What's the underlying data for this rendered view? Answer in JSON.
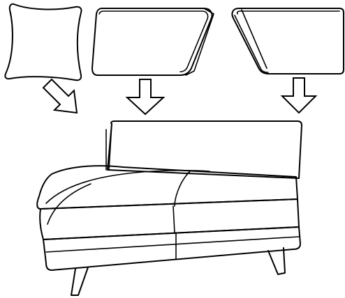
{
  "illustration": {
    "parts": [
      {
        "id": "pillow",
        "icon": "pillow-cushion-icon"
      },
      {
        "id": "seat-cushion-left",
        "icon": "wedge-cushion-icon"
      },
      {
        "id": "seat-cushion-right",
        "icon": "trapezoid-cushion-icon"
      }
    ],
    "arrows": [
      {
        "id": "arrow-pillow",
        "direction": "down-right"
      },
      {
        "id": "arrow-left-cushion",
        "direction": "down"
      },
      {
        "id": "arrow-right-cushion",
        "direction": "down"
      }
    ],
    "assembly": {
      "icon": "sofa-icon"
    },
    "colors": {
      "stroke": "#000000",
      "background": "#ffffff"
    }
  }
}
